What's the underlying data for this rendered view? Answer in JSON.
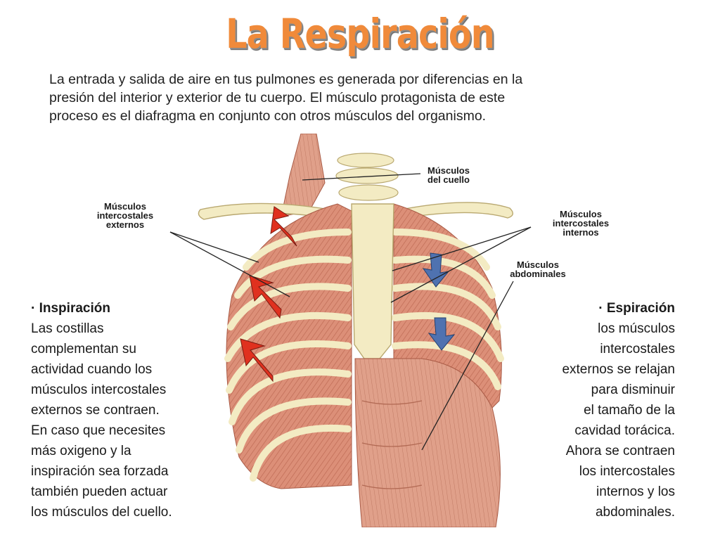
{
  "title": "La Respiración",
  "intro": {
    "lines": [
      "La entrada y salida de aire en tus pulmones es generada por diferencias en la",
      "presión del interior y exterior de tu cuerpo. El músculo protagonista de este",
      "proceso es el diafragma en conjunto con otros músculos del organismo."
    ]
  },
  "labels": {
    "cuello": [
      "Músculos",
      "del cuello"
    ],
    "externos": [
      "Músculos",
      "intercostales",
      "externos"
    ],
    "internos": [
      "Músculos",
      "intercostales",
      "internos"
    ],
    "abdominales": [
      "Músculos",
      "abdominales"
    ]
  },
  "inspiracion": {
    "heading": "· Inspiración",
    "lines": [
      "Las costillas",
      "complementan su",
      "actividad cuando los",
      "músculos intercostales",
      "externos se contraen.",
      "En caso que necesites",
      "más oxigeno y la",
      "inspiración sea forzada",
      "también pueden actuar",
      "los músculos del cuello."
    ]
  },
  "espiracion": {
    "heading": "· Espiración",
    "lines": [
      "los músculos",
      "intercostales",
      "externos se relajan",
      "para disminuir",
      "el tamaño de la",
      "cavidad torácica.",
      "Ahora se contraen",
      "los intercostales",
      "internos y los",
      "abdominales."
    ]
  },
  "colors": {
    "title": "#f08a3a",
    "muscle": "#d98a72",
    "bone": "#f3ebc3",
    "arrow_up": "#e0311f",
    "arrow_down": "#4f72b0"
  }
}
